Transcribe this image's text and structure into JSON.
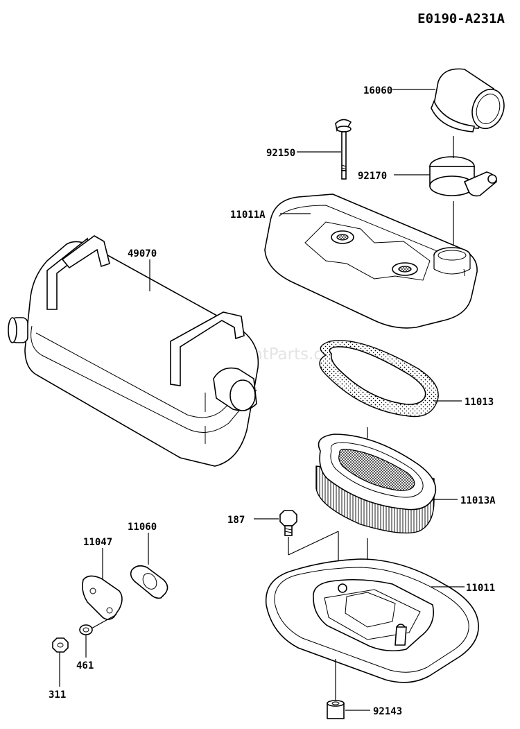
{
  "diagram_code": "E0190-A231A",
  "watermark": "eReplacementParts.com",
  "labels": {
    "p16060": "16060",
    "p92150": "92150",
    "p92170": "92170",
    "p11011A": "11011A",
    "p49070": "49070",
    "p11013": "11013",
    "p11013A": "11013A",
    "p187": "187",
    "p11011": "11011",
    "p11060": "11060",
    "p11047": "11047",
    "p461": "461",
    "p311": "311",
    "p92143": "92143"
  }
}
